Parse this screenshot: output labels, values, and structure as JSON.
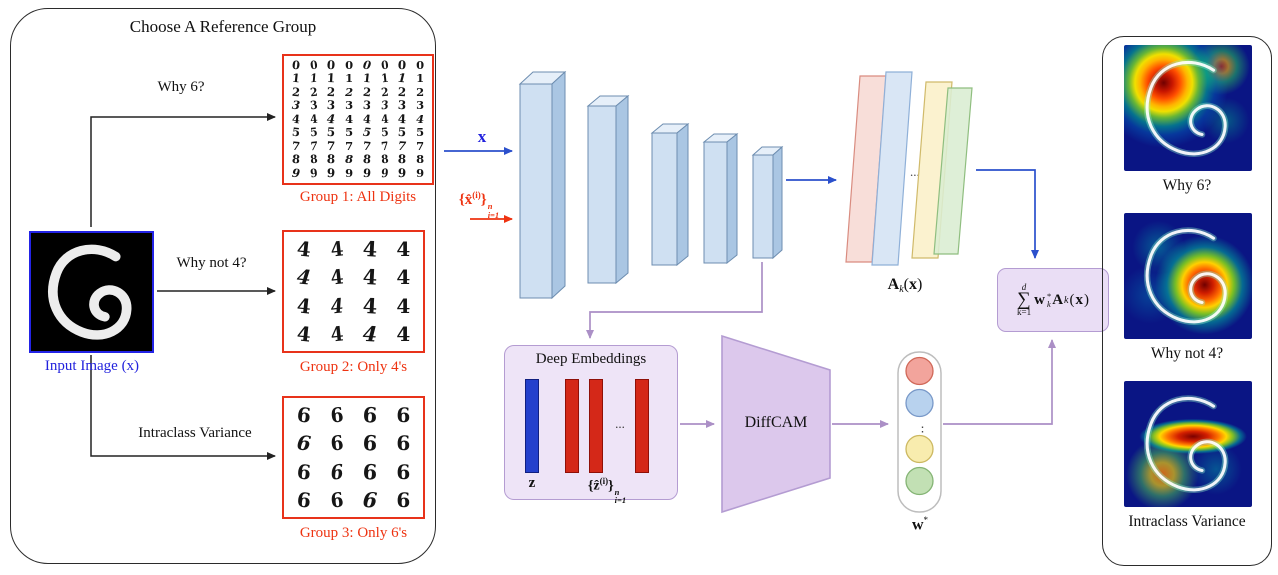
{
  "left_panel": {
    "title": "Choose A Reference Group",
    "input_image_label": "Input Image (x)",
    "arrow_labels": {
      "why6": "Why 6?",
      "why_not4": "Why not 4?",
      "intraclass": "Intraclass Variance"
    },
    "groups": [
      {
        "label": "Group 1: All Digits",
        "rows": [
          "00000000",
          "11111111",
          "22222222",
          "33333333",
          "44444444",
          "55555555",
          "77777777",
          "88888888",
          "99999999"
        ]
      },
      {
        "label": "Group 2: Only 4's",
        "rows": [
          "4444",
          "4444",
          "4444",
          "4444"
        ]
      },
      {
        "label": "Group 3: Only 6's",
        "rows": [
          "6666",
          "6666",
          "6666",
          "6666"
        ]
      }
    ]
  },
  "pipeline": {
    "x_label": "x",
    "xhat": {
      "open": "{x̂",
      "sup1": "(i)",
      "close": "}",
      "sup2": "n",
      "sub2": "i=1"
    },
    "feature_maps": {
      "dots": "...",
      "A": "A",
      "k": "k",
      "open": "(",
      "x": "x",
      "close": ")"
    },
    "embeddings": {
      "title": "Deep Embeddings",
      "z_label": "z",
      "dots": "...",
      "zhat": {
        "open": "{ẑ",
        "sup1": "(i)",
        "close": "}",
        "sup2": "n",
        "sub2": "i=1"
      }
    },
    "diffcam_label": "DiffCAM",
    "weights": {
      "label_w": "w",
      "label_sup": "*",
      "dots": "⋮"
    },
    "sum": {
      "sup": "d",
      "sigma": "∑",
      "sub": "k=1",
      "w": "w",
      "w_sup": "*",
      "w_sub": "k",
      "A": "A",
      "A_sub": "k",
      "open": "(",
      "x": "x",
      "close": ")"
    }
  },
  "right_panel": {
    "heatmaps": [
      {
        "label": "Why 6?"
      },
      {
        "label": "Why not 4?"
      },
      {
        "label": "Intraclass Variance"
      }
    ]
  },
  "colors": {
    "red": "#ee3311",
    "blue": "#2222dd",
    "arrow_blue": "#2b50cc",
    "arrow_red": "#ee3311",
    "arrow_purple": "#ab8fc6",
    "arrow_black": "#222222",
    "box_lavender": "#eadef5",
    "box_border_purple": "#b49cd2",
    "cnn_front": "#cfe0f2",
    "cnn_top": "#e6eff9",
    "cnn_side": "#aac6e3"
  }
}
